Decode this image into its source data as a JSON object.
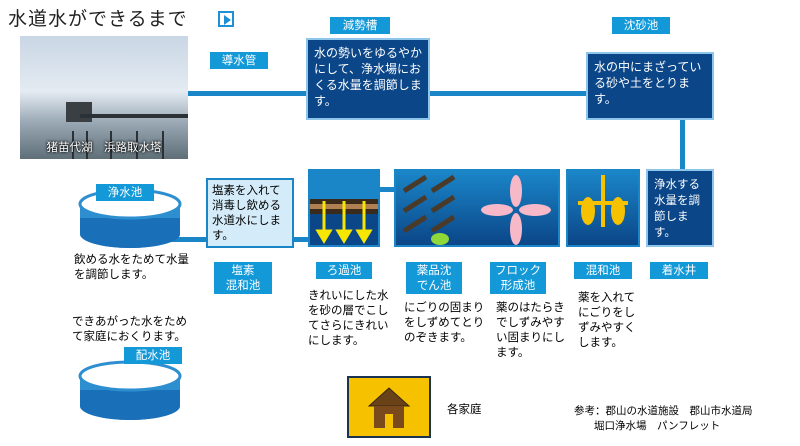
{
  "title": "水道水ができるまで",
  "photo_caption": "猪苗代湖　浜路取水塔",
  "stages": {
    "intake_pipe": "導水管",
    "receiving_well": "減勢槽",
    "sedimentation_basin": "沈砂池",
    "intake_well": "着水井",
    "mixing_basin": "混和池",
    "flocculation_basin": "フロック\n形成池",
    "settling_basin": "薬品沈\nでん池",
    "filter_basin": "ろ過池",
    "chlorine_mixing_basin": "塩素\n混和池",
    "clear_water_tank": "浄水池",
    "distribution_tank": "配水池",
    "homes": "各家庭"
  },
  "descriptions": {
    "receiving_well": "水の勢いをゆるやかにして、浄水場におくる水量を調節します。",
    "sedimentation_basin": "水の中にまざっている砂や土をとります。",
    "intake_well": "浄水する水量を調節します。",
    "chlorine_mixing_basin": "塩素を入れて消毒し飲める水道水にします。",
    "clear_water_tank": "飲める水をためて水量を調節します。",
    "distribution_tank": "できあがった水をためて家庭におくります。",
    "filter_basin": "きれいにした水を砂の層でこしてさらにきれいにします。",
    "settling_basin": "にごりの固まりをしずめてとりのぞきます。",
    "flocculation_basin": "薬のはたらきでしずみやすい固まりにします。",
    "mixing_basin": "薬を入れてにごりをしずみやすくします。"
  },
  "reference": {
    "line1": "参考：郡山の水道施設　郡山市水道局",
    "line2": "堀口浄水場　パンフレット"
  },
  "icons": [
    "play-icon",
    "filter-icon",
    "settling-plates-icon",
    "paddle-icon",
    "mixer-icon",
    "house-icon",
    "tank-icon"
  ],
  "colors": {
    "pipe": "#1a86c8",
    "label": "#1398d8",
    "navy": "#0b4688",
    "house": "#f6c200"
  }
}
